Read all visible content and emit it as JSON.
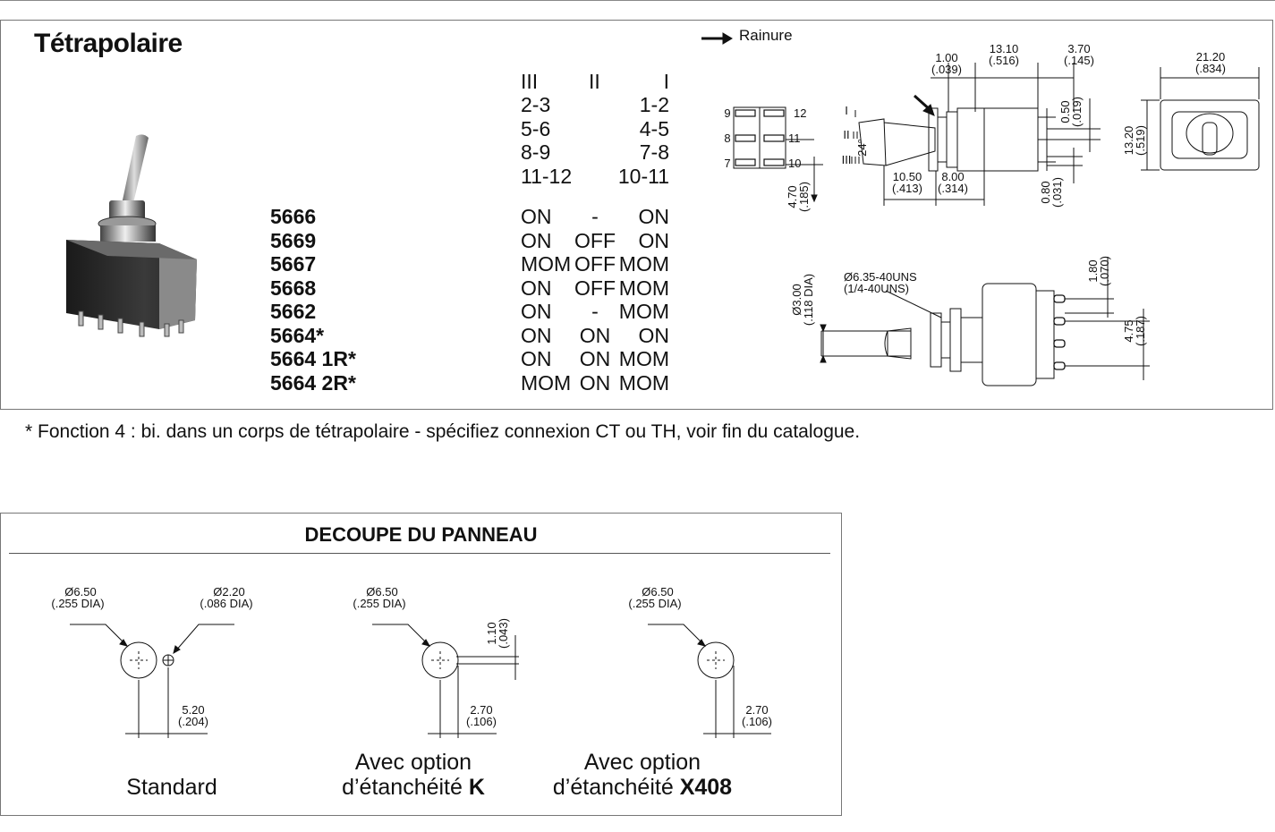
{
  "title": "Tétrapolaire",
  "positions_header": [
    "III",
    "II",
    "I"
  ],
  "contact_rows": [
    {
      "left": "2-3",
      "right": "1-2"
    },
    {
      "left": "5-6",
      "right": "4-5"
    },
    {
      "left": "8-9",
      "right": "7-8"
    },
    {
      "left": "11-12",
      "right": "10-11"
    }
  ],
  "models": [
    {
      "code": "5666",
      "p3": "ON",
      "p2": "-",
      "p1": "ON"
    },
    {
      "code": "5669",
      "p3": "ON",
      "p2": "OFF",
      "p1": "ON"
    },
    {
      "code": "5667",
      "p3": "MOM",
      "p2": "OFF",
      "p1": "MOM"
    },
    {
      "code": "5668",
      "p3": "ON",
      "p2": "OFF",
      "p1": "MOM"
    },
    {
      "code": "5662",
      "p3": "ON",
      "p2": "-",
      "p1": "MOM"
    },
    {
      "code": "5664*",
      "p3": "ON",
      "p2": "ON",
      "p1": "ON"
    },
    {
      "code": "5664 1R*",
      "p3": "ON",
      "p2": "ON",
      "p1": "MOM"
    },
    {
      "code": "5664 2R*",
      "p3": "MOM",
      "p2": "ON",
      "p1": "MOM"
    }
  ],
  "legend_rainure": "Rainure",
  "dims": {
    "d_100": "1.00",
    "d_100_in": "(.039)",
    "d_1310": "13.10",
    "d_1310_in": "(.516)",
    "d_370": "3.70",
    "d_370_in": "(.145)",
    "d_050": "0.50",
    "d_050_in": "(.019)",
    "d_2120": "21.20",
    "d_2120_in": "(.834)",
    "d_1320": "13.20",
    "d_1320_in": "(.519)",
    "d_1050": "10.50",
    "d_1050_in": "(.413)",
    "d_800": "8.00",
    "d_800_in": "(.314)",
    "d_470": "4.70",
    "d_470_in": "(.185)",
    "d_080": "0.80",
    "d_080_in": "(.031)",
    "angle": "24°",
    "pin_9": "9",
    "pin_8": "8",
    "pin_7": "7",
    "pin_12": "12",
    "pin_11": "11",
    "pin_10": "10",
    "pos_I": "I",
    "pos_II": "II",
    "pos_III": "III",
    "d_300": "Ø3.00",
    "d_300_in": "(.118 DIA)",
    "thread": "Ø6.35-40UNS",
    "thread_in": "(1/4-40UNS)",
    "d_180": "1.80",
    "d_180_in": "(.070)",
    "d_475": "4.75",
    "d_475_in": "(.187)"
  },
  "footnote": "* Fonction 4 : bi. dans un corps de tétrapolaire - spécifiez connexion CT ou TH, voir fin du catalogue.",
  "panel": {
    "title": "DECOUPE DU PANNEAU",
    "d650": "Ø6.50",
    "d650_in": "(.255 DIA)",
    "d220": "Ø2.20",
    "d220_in": "(.086 DIA)",
    "d520": "5.20",
    "d520_in": "(.204)",
    "d110": "1.10",
    "d110_in": "(.043)",
    "d270": "2.70",
    "d270_in": "(.106)",
    "standard": "Standard",
    "option_line1": "Avec option",
    "option_line2": "d’étanchéité",
    "option_k": "K",
    "option_x408": "X408"
  }
}
